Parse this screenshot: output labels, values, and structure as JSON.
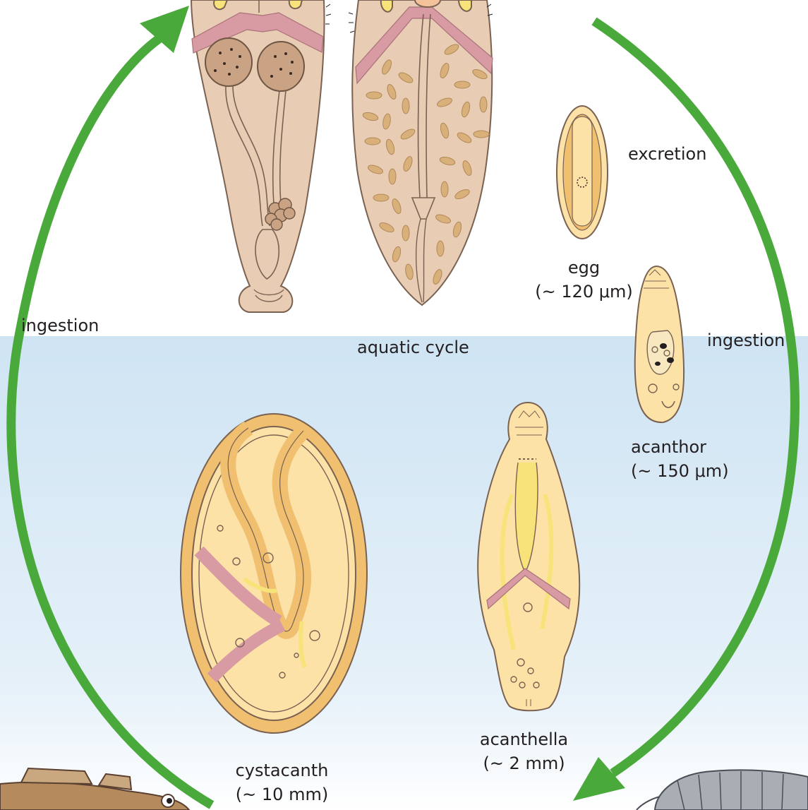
{
  "colors": {
    "water_top": "#cfe4f3",
    "water_bottom": "#ffffff",
    "arrow": "#4aa93b",
    "worm_body": "#e8ccb3",
    "worm_outline": "#7a6252",
    "larva_fill": "#fde2a7",
    "larva_dark": "#f0bf6f",
    "muscle": "#d89aa3",
    "yellow_organ": "#f7e37a"
  },
  "labels": {
    "ingestion_left": "ingestion",
    "ingestion_right": "ingestion",
    "excretion": "excretion",
    "aquatic_cycle": "aquatic cycle"
  },
  "stages": {
    "egg": {
      "name": "egg",
      "size": "(~ 120 μm)"
    },
    "acanthor": {
      "name": "acanthor",
      "size": "(~ 150 μm)"
    },
    "acanthella": {
      "name": "acanthella",
      "size": "(~ 2 mm)"
    },
    "cystacanth": {
      "name": "cystacanth",
      "size": "(~ 10 mm)"
    }
  },
  "icons": [
    "adult-male-worm-illustration",
    "adult-female-worm-illustration",
    "egg-illustration",
    "acanthor-illustration",
    "acanthella-illustration",
    "cystacanth-illustration",
    "fish-host-illustration",
    "amphipod-host-illustration",
    "cycle-arrow-icon"
  ]
}
